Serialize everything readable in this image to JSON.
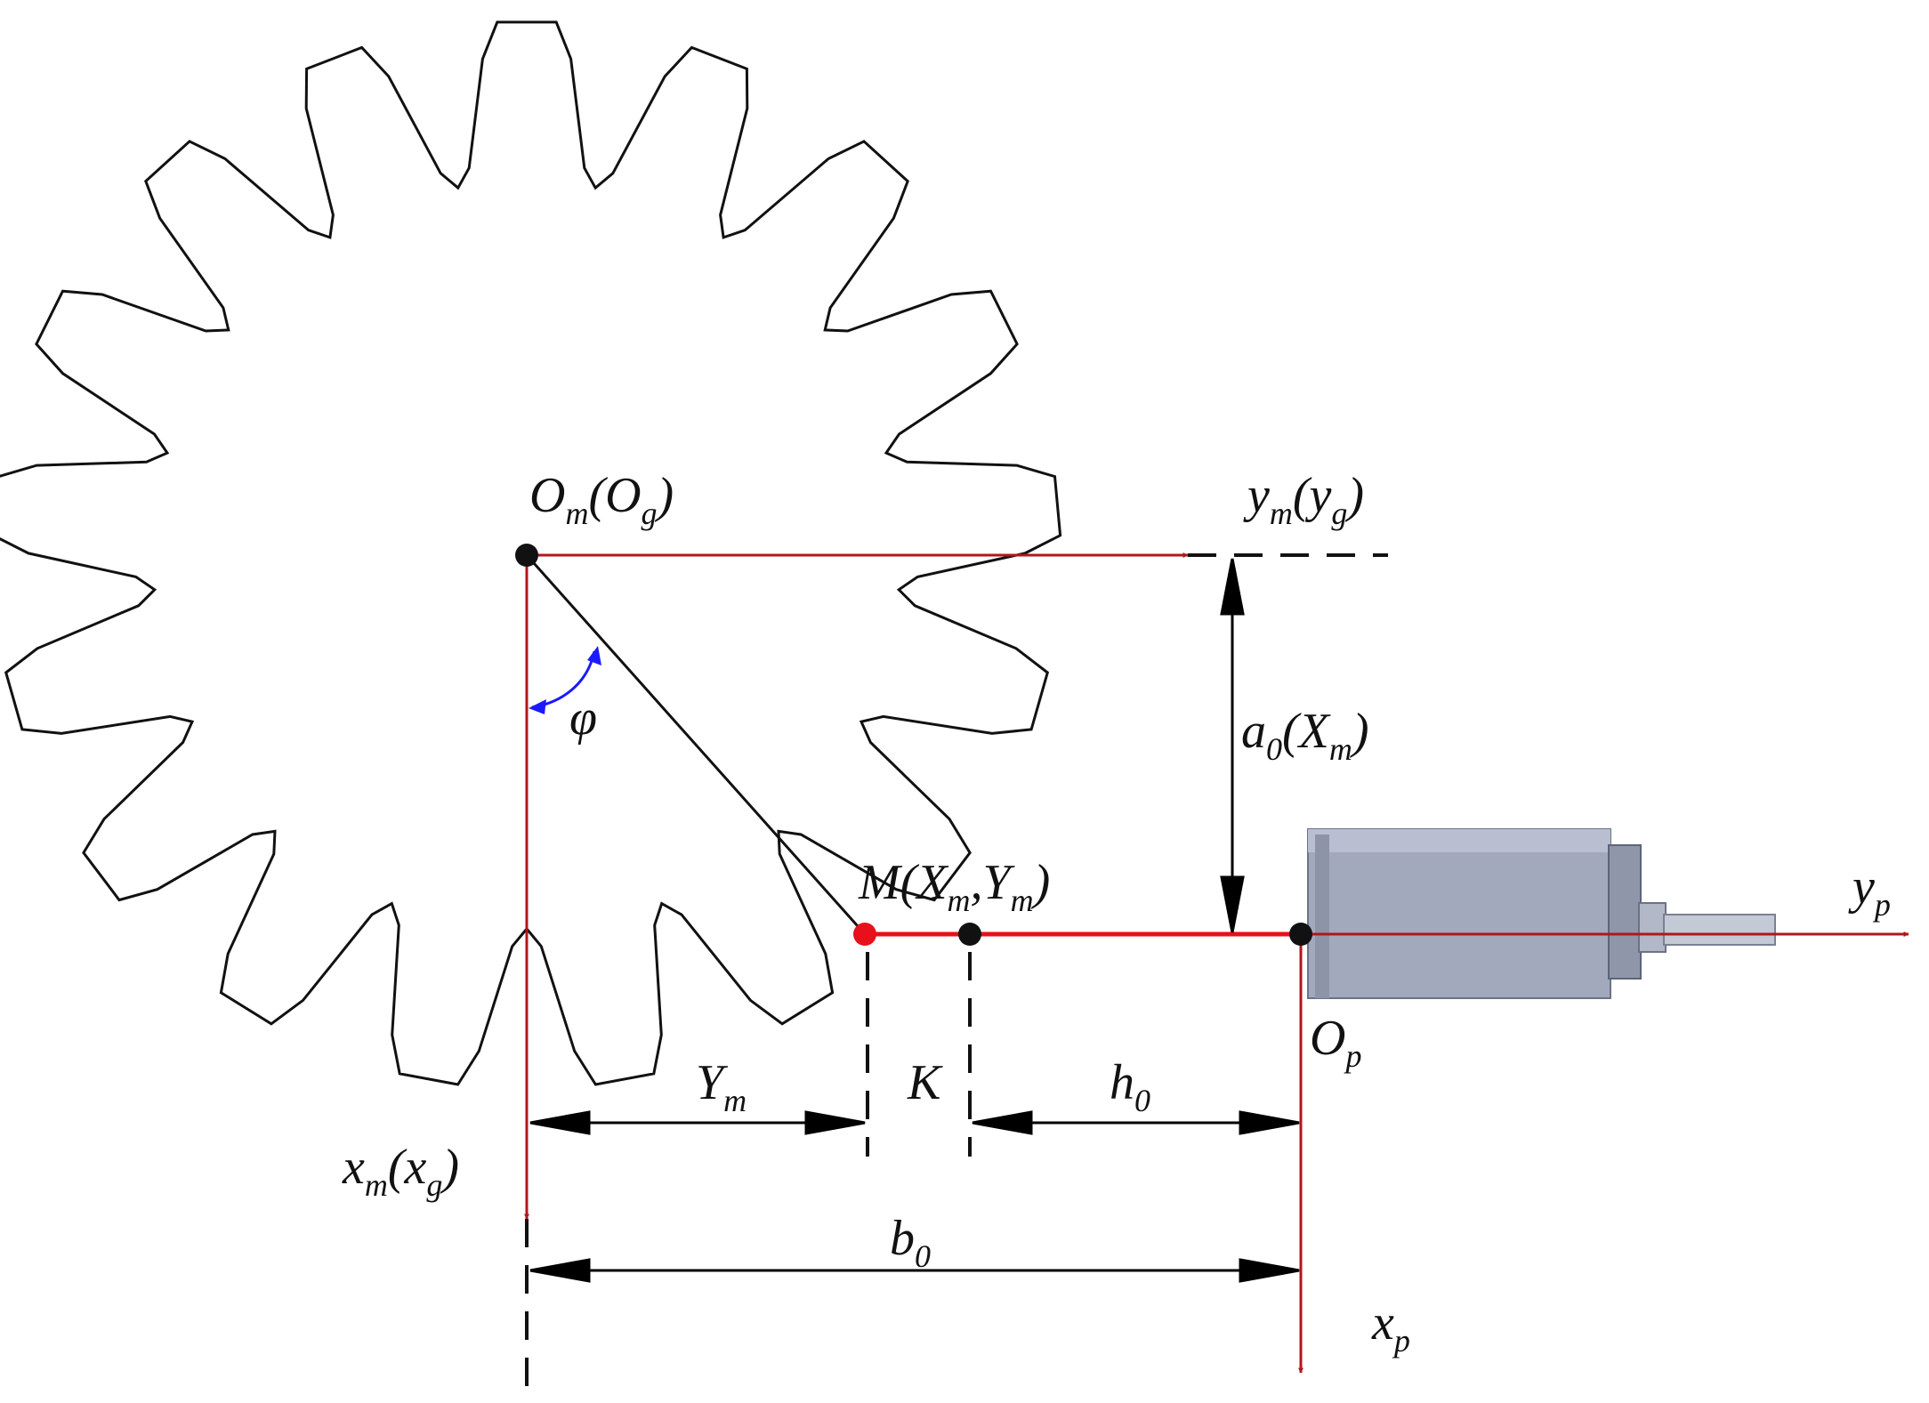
{
  "labels": {
    "origin_m_main": "O",
    "origin_m_sub": "m",
    "origin_g_paren_open": "(O",
    "origin_g_sub": "g",
    "origin_g_paren_close": ")",
    "ym_main": "y",
    "ym_sub": "m",
    "yg_open": "(y",
    "yg_sub": "g",
    "yg_close": ")",
    "phi": "φ",
    "a0_main": "a",
    "a0_sub": "0",
    "a0_paren": "(X",
    "a0_paren_sub": "m",
    "a0_close": ")",
    "M_main": "M(X",
    "M_sub1": "m",
    "M_comma": ",Y",
    "M_sub2": "m",
    "M_close": ")",
    "yp_main": "y",
    "yp_sub": "p",
    "Op_main": "O",
    "Op_sub": "p",
    "Ym_main": "Y",
    "Ym_sub": "m",
    "K": "K",
    "h0_main": "h",
    "h0_sub": "0",
    "xm_main": "x",
    "xm_sub": "m",
    "xg_open": "(x",
    "xg_sub": "g",
    "xg_close": ")",
    "b0_main": "b",
    "b0_sub": "0",
    "xp_main": "x",
    "xp_sub": "p"
  },
  "gear": {
    "teeth": 17
  },
  "colors": {
    "axis": "#b0171c",
    "point_M": "#e8101a",
    "dim": "#000000",
    "angle_arrow": "#1a1aff",
    "sensor_body": "#9aa0b4",
    "sensor_dark": "#6d7386"
  }
}
